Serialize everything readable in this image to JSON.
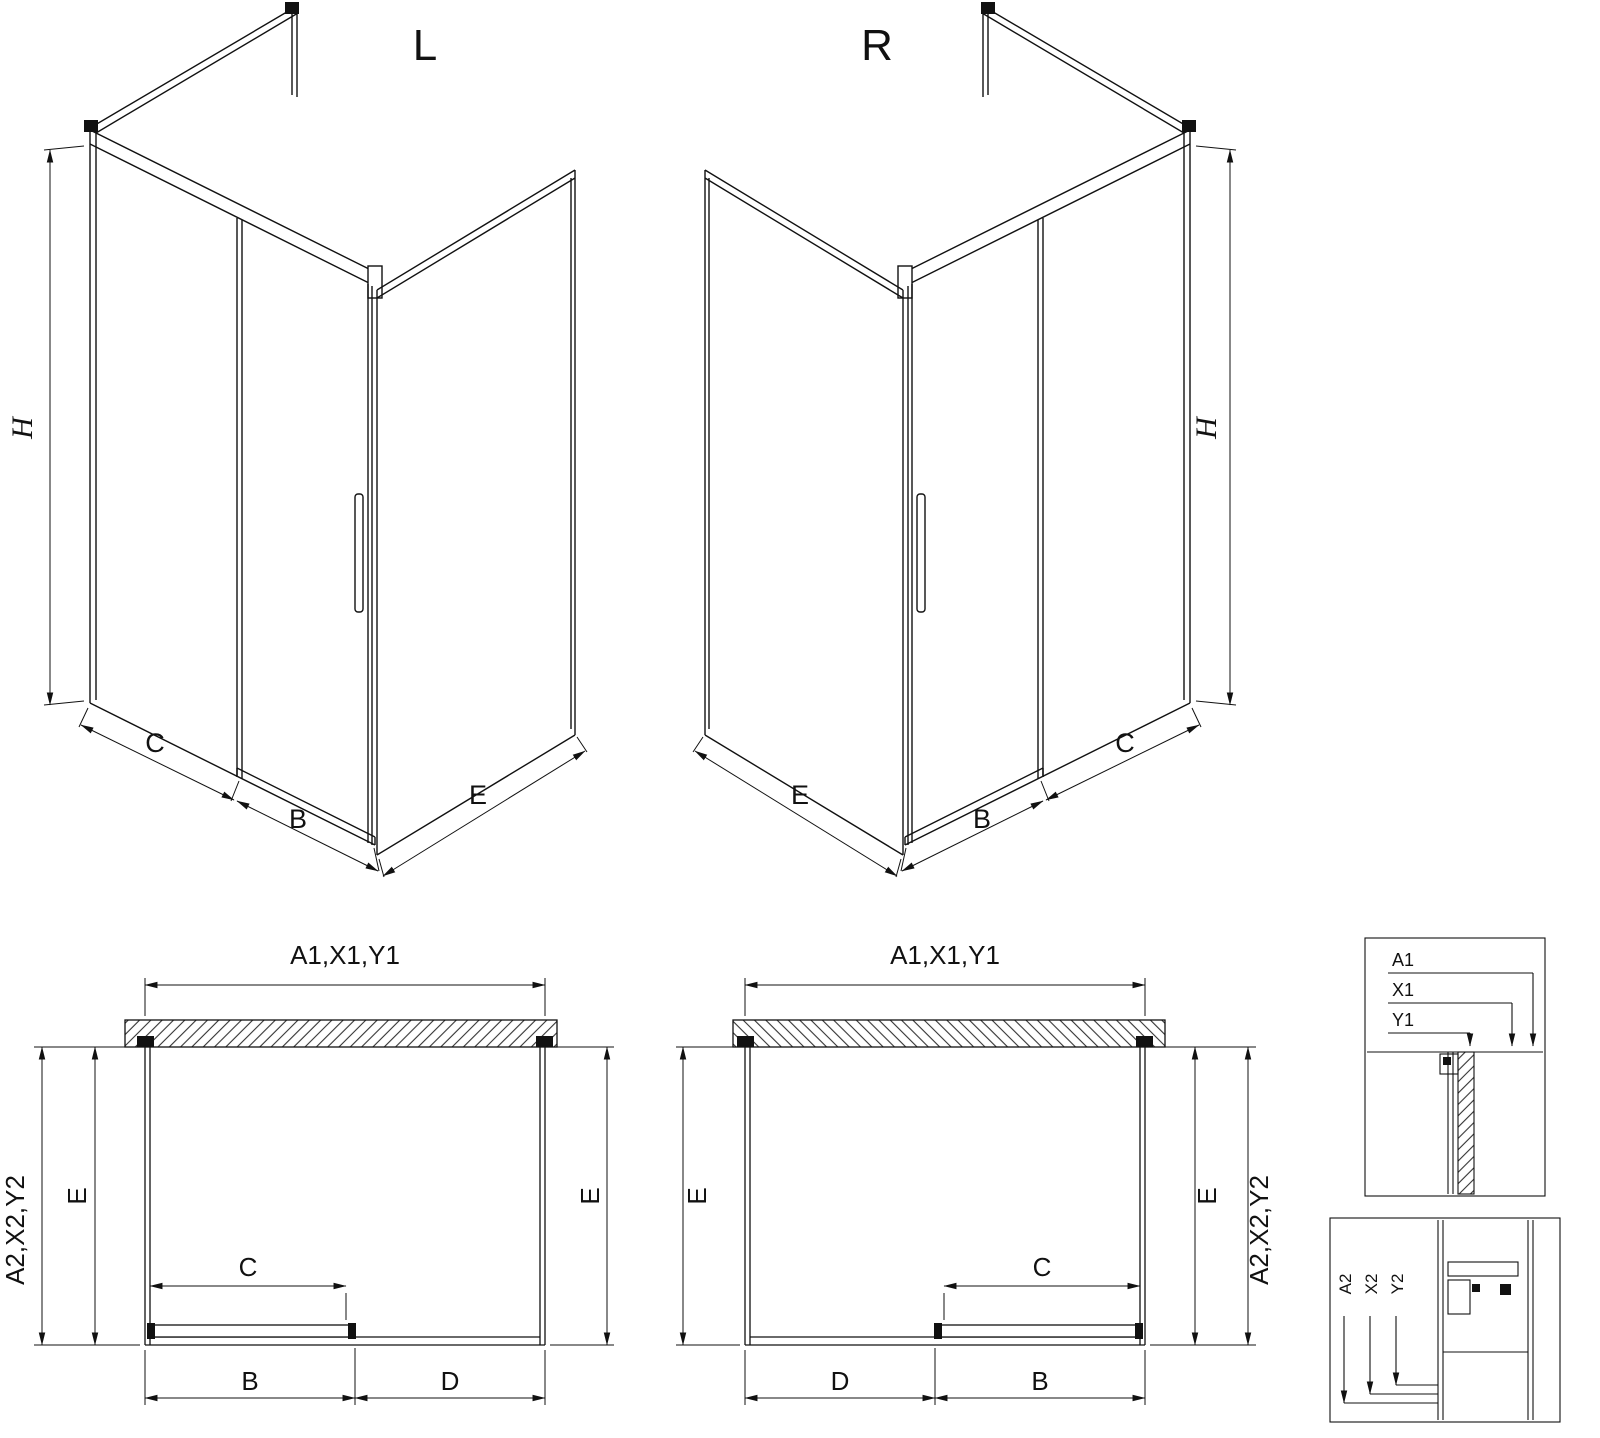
{
  "colors": {
    "background": "#ffffff",
    "line": "#111111"
  },
  "iso_left": {
    "title": "L",
    "dims": {
      "h": "H",
      "c": "C",
      "b": "B",
      "e": "E"
    }
  },
  "iso_right": {
    "title": "R",
    "dims": {
      "h": "H",
      "c": "C",
      "b": "B",
      "e": "E"
    }
  },
  "plan_left": {
    "dims": {
      "top": "A1,X1,Y1",
      "side": "A2,X2,Y2",
      "e_left": "E",
      "e_right": "E",
      "c": "C",
      "b": "B",
      "d": "D"
    }
  },
  "plan_right": {
    "dims": {
      "top": "A1,X1,Y1",
      "side": "A2,X2,Y2",
      "e_left": "E",
      "e_right": "E",
      "c": "C",
      "b": "B",
      "d": "D"
    }
  },
  "detail_top": {
    "dims": {
      "a1": "A1",
      "x1": "X1",
      "y1": "Y1"
    }
  },
  "detail_bottom": {
    "dims": {
      "a2": "A2",
      "x2": "X2",
      "y2": "Y2"
    }
  }
}
